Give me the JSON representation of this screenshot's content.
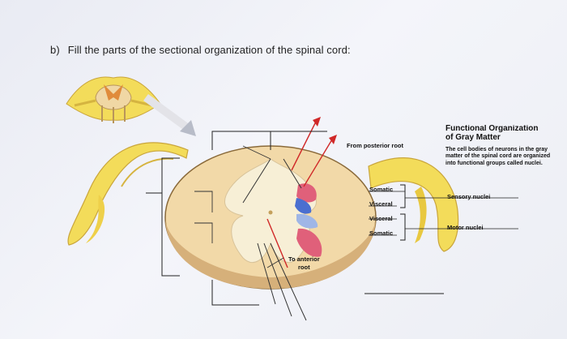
{
  "question": {
    "prefix": "b)",
    "text": "Fill the parts of the sectional organization of the spinal cord:"
  },
  "diagram": {
    "from_posterior_root": "From posterior root",
    "to_anterior_root_line1": "To anterior",
    "to_anterior_root_line2": "root",
    "inner_labels": [
      "Somatic",
      "Visceral",
      "Visceral",
      "Somatic"
    ],
    "functional_box": {
      "title_line1": "Functional Organization",
      "title_line2": "of Gray Matter",
      "description": "The cell bodies of neurons in the gray matter of the spinal cord are organized into functional groups called nuclei."
    },
    "sensory_nuclei": "Sensory nuclei",
    "motor_nuclei": "Motor nuclei"
  },
  "colors": {
    "white_matter": "#f2d9a8",
    "gray_matter": "#f7efd6",
    "nerve_yellow": "#f3dc5a",
    "somatic_sensory": "#4b6fd0",
    "visceral_sensory": "#9fb6e6",
    "visceral_motor": "#e4a4b4",
    "somatic_motor": "#e0607a"
  }
}
